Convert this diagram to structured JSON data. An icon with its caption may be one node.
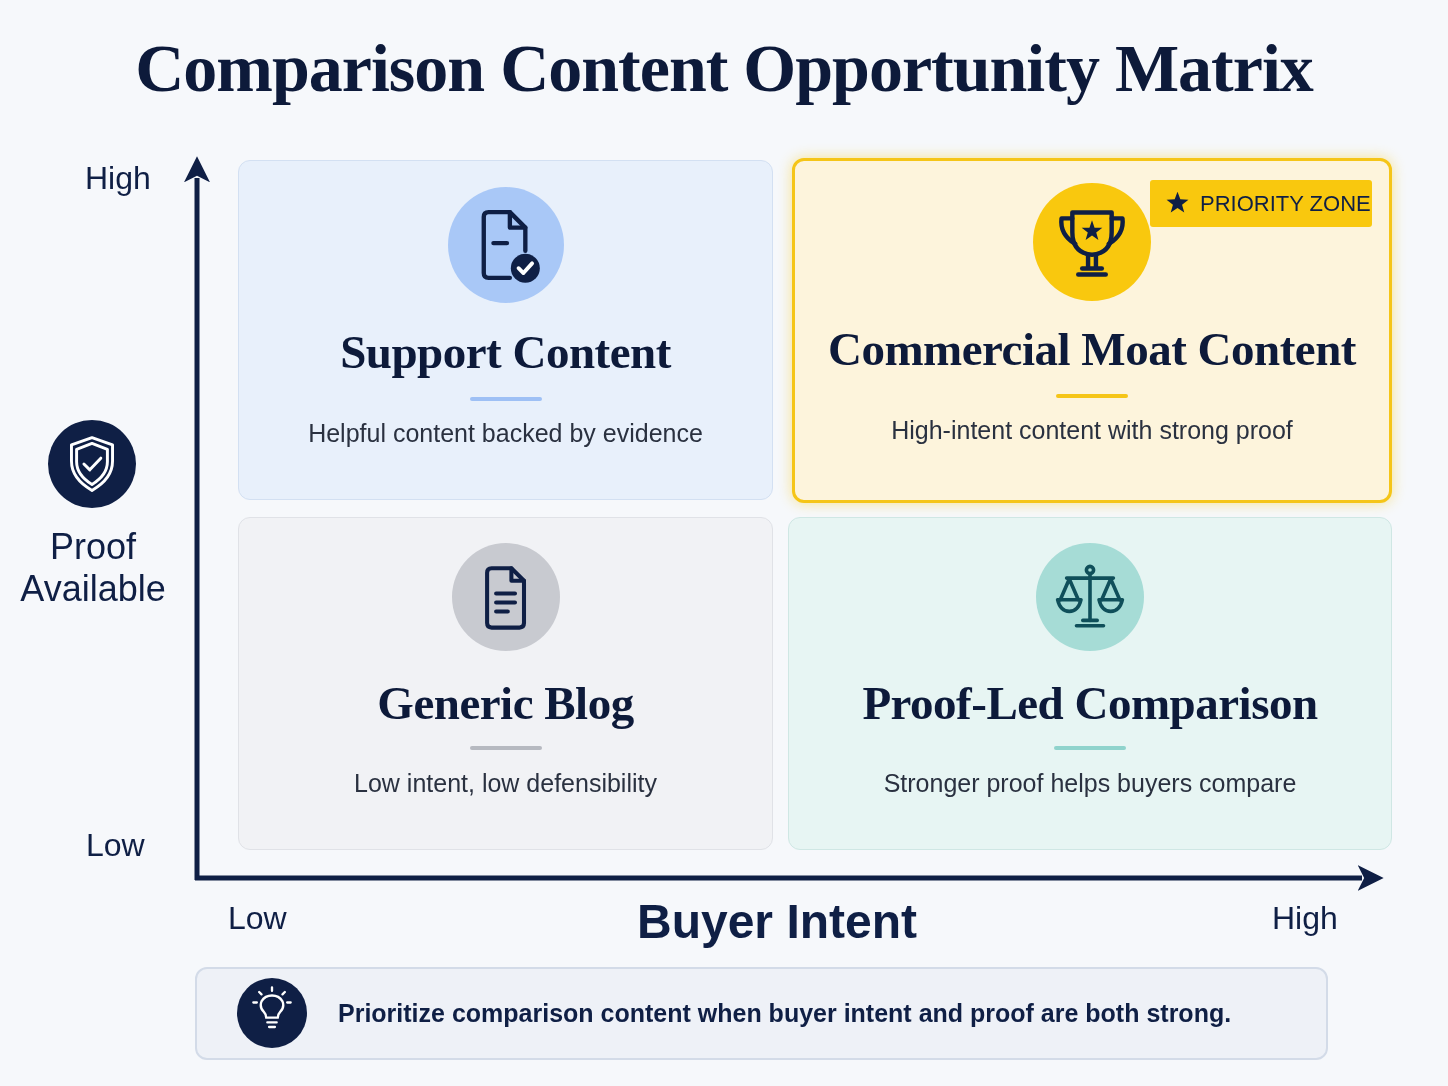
{
  "diagram": {
    "title": "Comparison Content Opportunity Matrix",
    "nodes": [
      {
        "text": [
          "Support Content",
          "Helpful content backed by evidence"
        ]
      },
      {
        "text": [
          "Commercial Moat Content",
          "High-intent content with strong proof"
        ]
      },
      {
        "text": [
          "PRIORITY ZONE"
        ],
        "in": 1
      },
      {
        "text": [
          "Generic Blog",
          "Low intent, low defensibility"
        ]
      },
      {
        "text": [
          "Proof-Led Comparison",
          "Stronger proof helps buyers compare"
        ]
      },
      {
        "text": [
          "Prioritize comparison content when buyer intent and proof are both strong."
        ]
      }
    ],
    "labels": [
      "High",
      "Proof Available",
      "Low",
      "Low",
      "Buyer Intent",
      "High"
    ]
  }
}
